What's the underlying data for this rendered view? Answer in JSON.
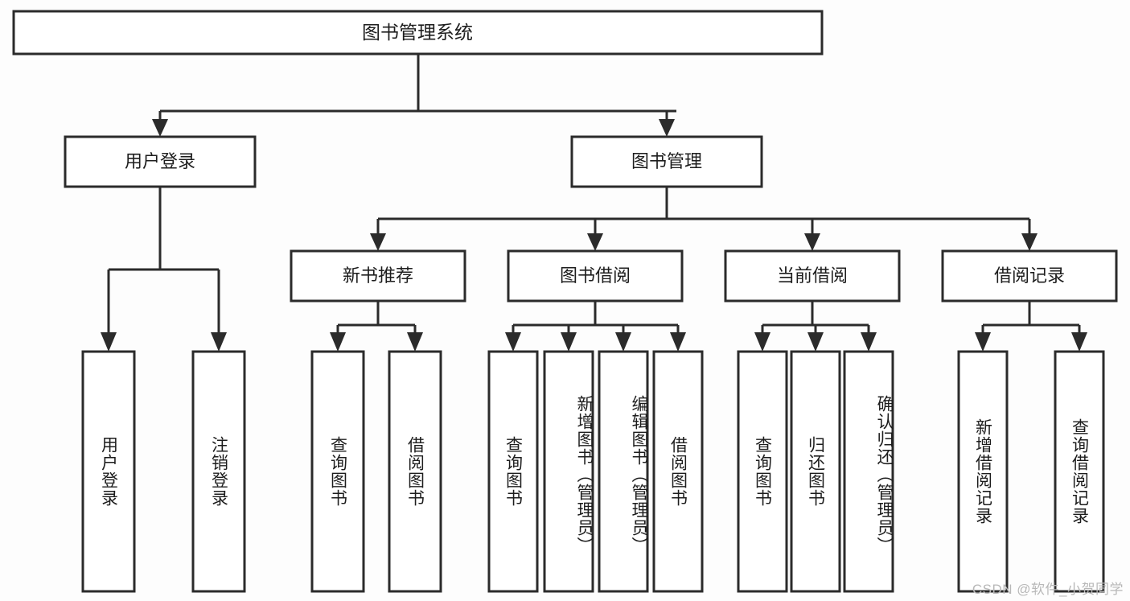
{
  "diagram": {
    "title_node": {
      "label": "图书管理系统"
    },
    "level2": [
      {
        "label": "用户登录"
      },
      {
        "label": "图书管理"
      }
    ],
    "level3": [
      {
        "label": "新书推荐"
      },
      {
        "label": "图书借阅"
      },
      {
        "label": "当前借阅"
      },
      {
        "label": "借阅记录"
      }
    ],
    "leaves": {
      "user_login": [
        {
          "label": "用户登录"
        },
        {
          "label": "注销登录"
        }
      ],
      "new_book_recommend": [
        {
          "label": "查询图书"
        },
        {
          "label": "借阅图书"
        }
      ],
      "book_borrow": [
        {
          "label": "查询图书"
        },
        {
          "label": "新增图书（管理员）"
        },
        {
          "label": "编辑图书（管理员）"
        },
        {
          "label": "借阅图书"
        }
      ],
      "current_borrow": [
        {
          "label": "查询图书"
        },
        {
          "label": "归还图书"
        },
        {
          "label": "确认归还（管理员）"
        }
      ],
      "borrow_record": [
        {
          "label": "新增借阅记录"
        },
        {
          "label": "查询借阅记录"
        }
      ]
    }
  },
  "watermark": {
    "text": "CSDN @软件_小贺同学"
  },
  "colors": {
    "stroke": "#2b2b2b",
    "fill": "#ffffff",
    "text": "#1d1d1d",
    "watermark": "#b8b8b8",
    "background": "#fdfdfd"
  }
}
